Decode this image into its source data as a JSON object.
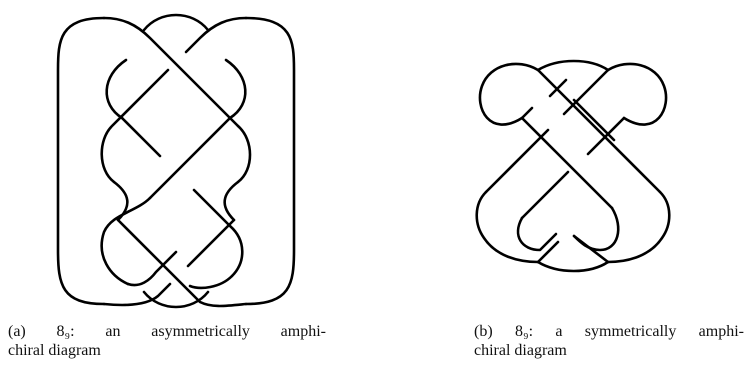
{
  "figure": {
    "panels": [
      {
        "id": "a",
        "caption_line1": "(a) 8₉: an asymmetrically amphi-",
        "caption_line2": "chiral diagram"
      },
      {
        "id": "b",
        "caption_line1": "(b) 8₉:  a symmetrically amphi-",
        "caption_line2": "chiral diagram"
      }
    ]
  }
}
